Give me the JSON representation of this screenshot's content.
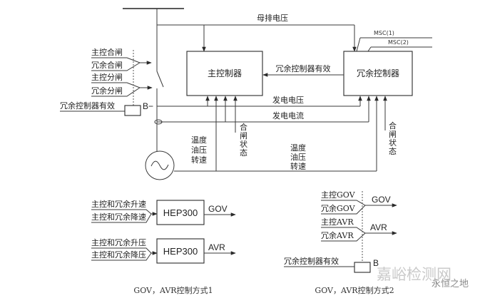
{
  "top": {
    "bus_voltage": "母排电压",
    "msc1": "MSC(1)",
    "msc2": "MSC(2)",
    "main_close": "主控合闸",
    "redundant_close": "冗余合闸",
    "main_open": "主控分闸",
    "redundant_open": "冗余分闸",
    "redundant_valid_left": "冗余控制器有效",
    "b_minus": "B−",
    "main_controller": "主控制器",
    "redundant_valid_arrow": "冗余控制器有效",
    "redundant_controller": "冗余控制器",
    "gen_voltage": "发电电压",
    "gen_current": "发电电流",
    "sensors_main": [
      "温度",
      "油压",
      "转速"
    ],
    "breaker_status_main": [
      "合",
      "闸",
      "状",
      "态"
    ],
    "sensors_redundant": [
      "温度",
      "油压",
      "转速"
    ],
    "breaker_status_redundant": [
      "合",
      "闸",
      "状",
      "态"
    ]
  },
  "mode1": {
    "speed_up": "主控和冗余升速",
    "speed_down": "主控和冗余降速",
    "box1": "HEP300",
    "gov": "GOV",
    "volt_up": "主控和冗余升压",
    "volt_down": "主控和冗余降压",
    "box2": "HEP300",
    "avr": "AVR",
    "caption": "GOV，AVR控制方式1"
  },
  "mode2": {
    "main_gov": "主控GOV",
    "redundant_gov": "冗余GOV",
    "gov": "GOV",
    "main_avr": "主控AVR",
    "redundant_avr": "冗余AVR",
    "avr": "AVR",
    "redundant_valid": "冗余控制器有效",
    "b": "B",
    "caption": "GOV，AVR控制方式2"
  },
  "watermark": {
    "site": "嘉峪检测网",
    "tag": "永恒之地"
  }
}
